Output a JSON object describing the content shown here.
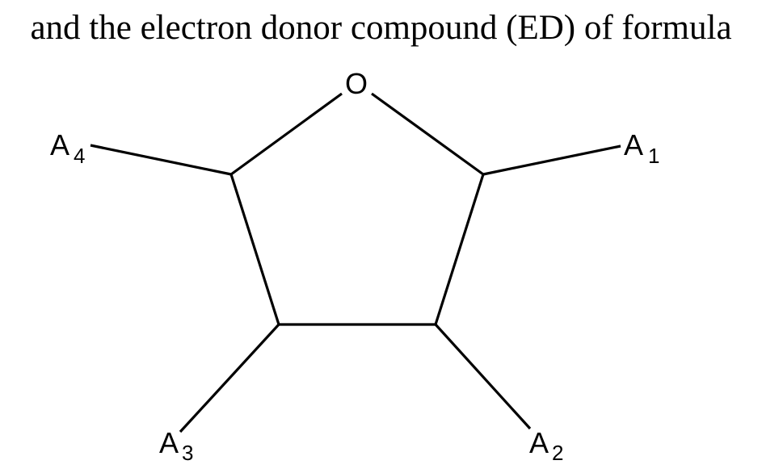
{
  "caption": "and the electron donor compound (ED) of formula",
  "structure": {
    "ring_heteroatom": "O",
    "substituents": [
      {
        "id": "A1",
        "base": "A",
        "subscript": "1"
      },
      {
        "id": "A2",
        "base": "A",
        "subscript": "2"
      },
      {
        "id": "A3",
        "base": "A",
        "subscript": "3"
      },
      {
        "id": "A4",
        "base": "A",
        "subscript": "4"
      }
    ]
  }
}
